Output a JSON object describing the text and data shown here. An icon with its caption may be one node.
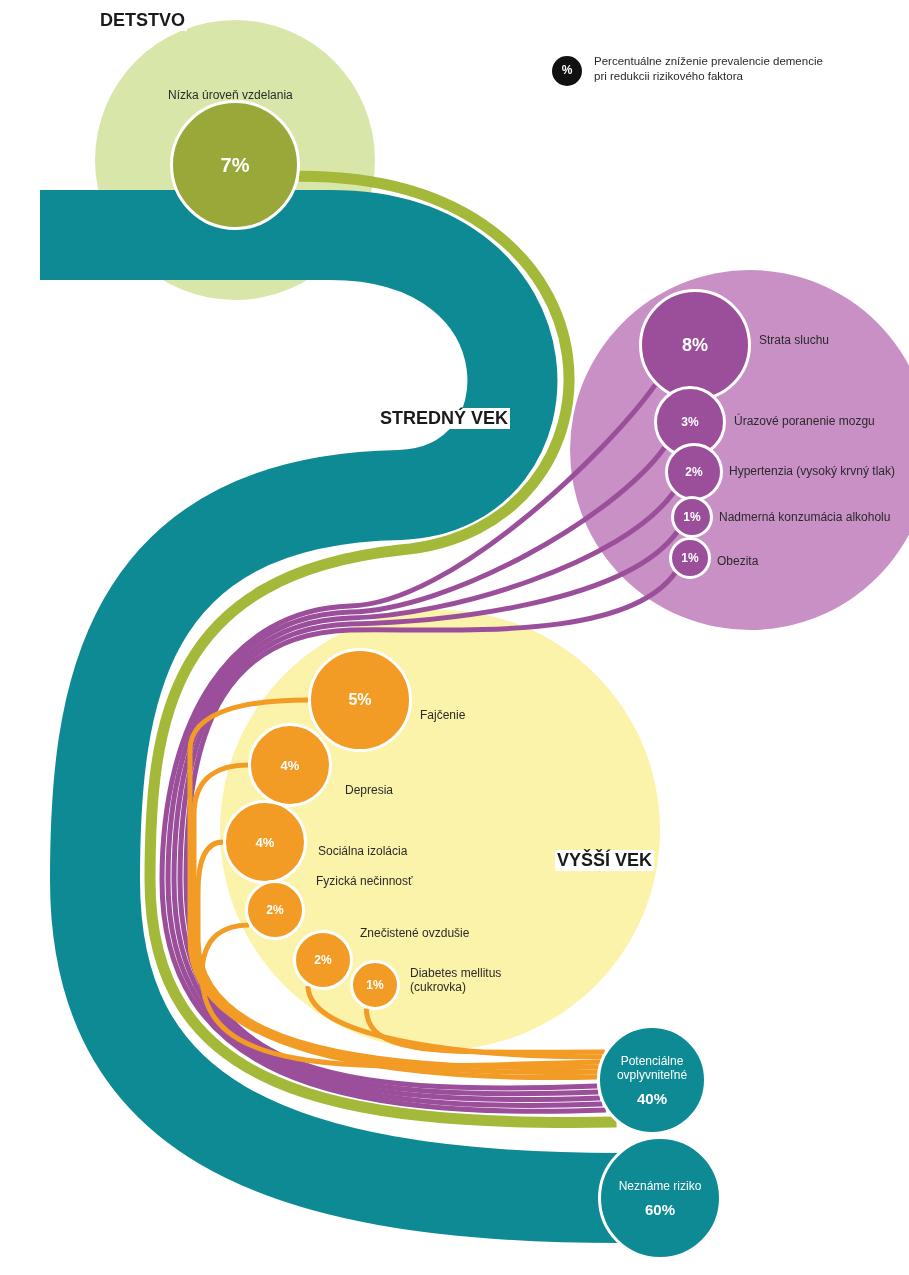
{
  "diagram": {
    "nodes": [
      {
        "text": [
          "DETSTVO"
        ]
      },
      {
        "text": [
          "7%"
        ],
        "in": 0,
        "beside": [
          "Nízka úroveň vzdelania"
        ]
      },
      {
        "text": [
          "STREDNÝ VEK"
        ]
      },
      {
        "text": [
          "8%"
        ],
        "in": 2,
        "beside": [
          "Strata sluchu"
        ]
      },
      {
        "text": [
          "3%"
        ],
        "in": 2,
        "beside": [
          "Úrazové poranenie mozgu"
        ]
      },
      {
        "text": [
          "2%"
        ],
        "in": 2,
        "beside": [
          "Hypertenzia (vysoký krvný tlak)"
        ]
      },
      {
        "text": [
          "1%"
        ],
        "in": 2,
        "beside": [
          "Nadmerná konzumácia alkoholu"
        ]
      },
      {
        "text": [
          "1%"
        ],
        "in": 2,
        "beside": [
          "Obezita"
        ]
      },
      {
        "text": [
          "VYŠŠÍ VEK"
        ]
      },
      {
        "text": [
          "5%"
        ],
        "in": 8,
        "beside": [
          "Fajčenie"
        ]
      },
      {
        "text": [
          "4%"
        ],
        "in": 8,
        "beside": [
          "Depresia"
        ]
      },
      {
        "text": [
          "4%"
        ],
        "in": 8,
        "beside": [
          "Sociálna izolácia"
        ]
      },
      {
        "text": [
          "2%"
        ],
        "in": 8,
        "beside": [
          "Fyzická nečinnosť"
        ]
      },
      {
        "text": [
          "2%"
        ],
        "in": 8,
        "beside": [
          "Znečistené ovzdušie"
        ]
      },
      {
        "text": [
          "1%"
        ],
        "in": 8,
        "beside": [
          "Diabetes mellitus (cukrovka)"
        ]
      },
      {
        "text": [
          "Potenciálne ovplyvniteľné",
          "40%"
        ]
      },
      {
        "text": [
          "Neznáme riziko",
          "60%"
        ]
      }
    ],
    "edges": [
      {
        "from": 1,
        "to": 15,
        "arrow": "none",
        "style": "thick",
        "color": "#a4b83a"
      },
      {
        "from": 3,
        "to": 15,
        "arrow": "none",
        "color": "#9b4f9b"
      },
      {
        "from": 4,
        "to": 15,
        "arrow": "none",
        "color": "#9b4f9b"
      },
      {
        "from": 5,
        "to": 15,
        "arrow": "none",
        "color": "#9b4f9b"
      },
      {
        "from": 6,
        "to": 15,
        "arrow": "none",
        "color": "#9b4f9b"
      },
      {
        "from": 7,
        "to": 15,
        "arrow": "none",
        "color": "#9b4f9b"
      },
      {
        "from": 9,
        "to": 15,
        "arrow": "none",
        "color": "#f29b25"
      },
      {
        "from": 10,
        "to": 15,
        "arrow": "none",
        "color": "#f29b25"
      },
      {
        "from": 11,
        "to": 15,
        "arrow": "none",
        "color": "#f29b25"
      },
      {
        "from": 12,
        "to": 15,
        "arrow": "none",
        "color": "#f29b25"
      },
      {
        "from": 13,
        "to": 15,
        "arrow": "none",
        "color": "#f29b25"
      },
      {
        "from": 14,
        "to": 15,
        "arrow": "none",
        "color": "#f29b25"
      }
    ],
    "labels": [
      "%"
    ],
    "legend": [
      {
        "text": "Percentuálne zníženie prevalencie demencie pri redukcii rizikového faktora",
        "color": "#111111"
      }
    ]
  }
}
